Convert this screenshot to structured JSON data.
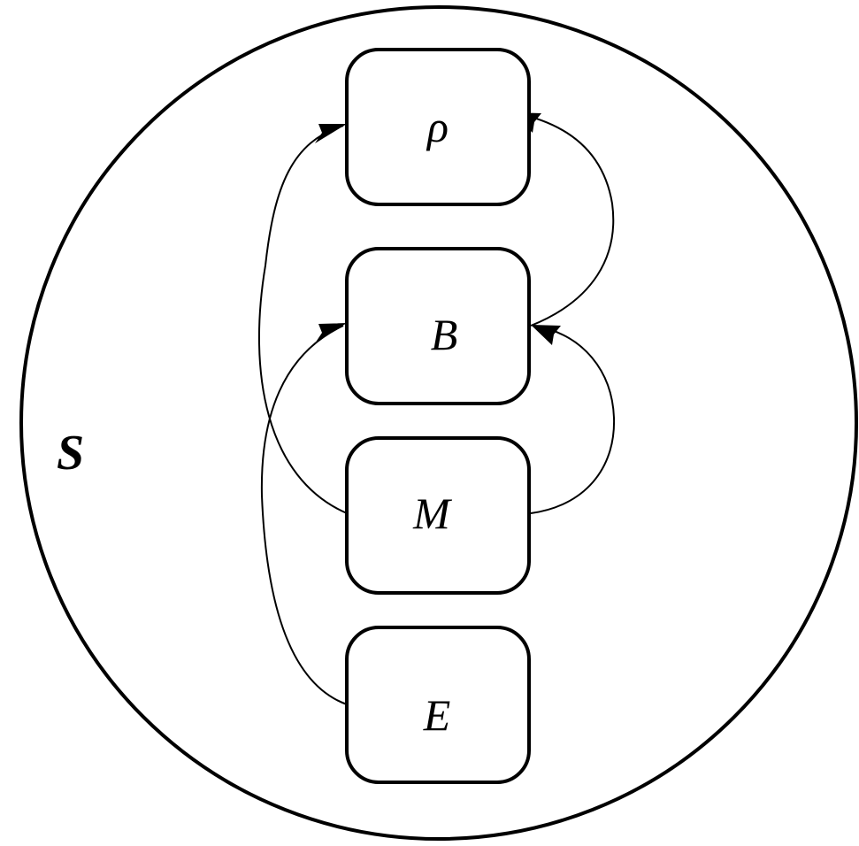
{
  "diagram": {
    "set_label": "S",
    "nodes": [
      {
        "id": "rho",
        "label": "ρ"
      },
      {
        "id": "B",
        "label": "B"
      },
      {
        "id": "M",
        "label": "M"
      },
      {
        "id": "E",
        "label": "E"
      }
    ],
    "edges": [
      {
        "from": "M",
        "to": "ρ"
      },
      {
        "from": "B",
        "to": "ρ"
      },
      {
        "from": "E",
        "to": "B"
      },
      {
        "from": "M",
        "to": "B"
      }
    ],
    "colors": {
      "stroke": "#000000",
      "background": "#ffffff"
    }
  }
}
